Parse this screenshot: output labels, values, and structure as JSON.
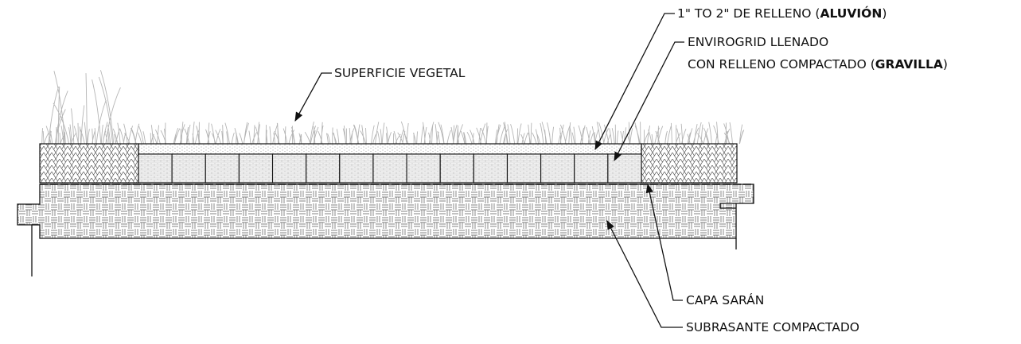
{
  "labels": {
    "fill_top_line1_pre": "1\" TO 2\" DE RELLENO (",
    "fill_top_line1_bold": "ALUVIÓN",
    "fill_top_line1_post": ")",
    "envirogrid_line1": "ENVIROGRID LLENADO",
    "envirogrid_line2_pre": "CON RELLENO COMPACTADO (",
    "envirogrid_line2_bold": "GRAVILLA",
    "envirogrid_line2_post": ")",
    "surface": "SUPERFICIE VEGETAL",
    "membrane": "CAPA SARÁN",
    "subgrade": "SUBRASANTE COMPACTADO"
  },
  "grid": {
    "cell_count": 15
  },
  "colors": {
    "line": "#111111",
    "hatch": "#555555",
    "grass": "#b5b5b5",
    "background": "#ffffff"
  }
}
